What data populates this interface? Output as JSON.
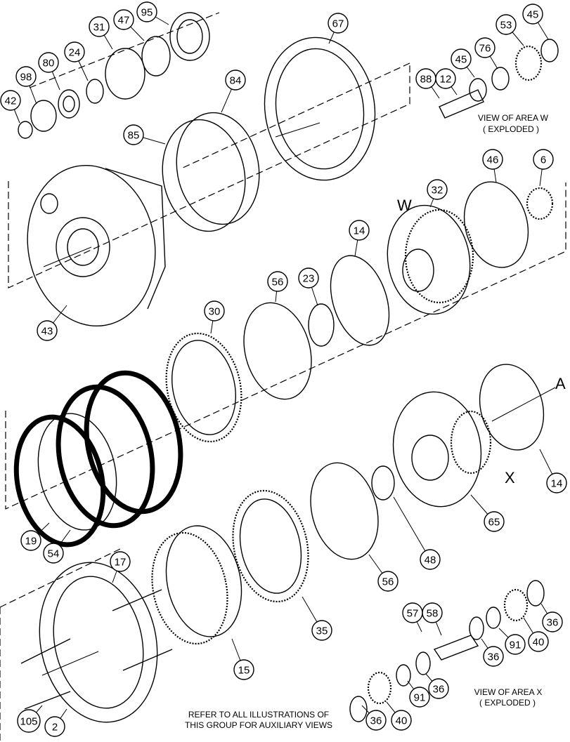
{
  "callouts": [
    {
      "id": "95",
      "label": "95"
    },
    {
      "id": "47",
      "label": "47"
    },
    {
      "id": "31",
      "label": "31"
    },
    {
      "id": "24",
      "label": "24"
    },
    {
      "id": "80",
      "label": "80"
    },
    {
      "id": "98",
      "label": "98"
    },
    {
      "id": "42",
      "label": "42"
    },
    {
      "id": "67",
      "label": "67"
    },
    {
      "id": "84",
      "label": "84"
    },
    {
      "id": "85",
      "label": "85"
    },
    {
      "id": "43",
      "label": "43"
    },
    {
      "id": "45a",
      "label": "45"
    },
    {
      "id": "53",
      "label": "53"
    },
    {
      "id": "76",
      "label": "76"
    },
    {
      "id": "45b",
      "label": "45"
    },
    {
      "id": "88",
      "label": "88"
    },
    {
      "id": "12",
      "label": "12"
    },
    {
      "id": "46",
      "label": "46"
    },
    {
      "id": "6",
      "label": "6"
    },
    {
      "id": "32",
      "label": "32"
    },
    {
      "id": "14a",
      "label": "14"
    },
    {
      "id": "56a",
      "label": "56"
    },
    {
      "id": "23",
      "label": "23"
    },
    {
      "id": "30",
      "label": "30"
    },
    {
      "id": "19",
      "label": "19"
    },
    {
      "id": "54",
      "label": "54"
    },
    {
      "id": "14b",
      "label": "14"
    },
    {
      "id": "65",
      "label": "65"
    },
    {
      "id": "48",
      "label": "48"
    },
    {
      "id": "56b",
      "label": "56"
    },
    {
      "id": "35",
      "label": "35"
    },
    {
      "id": "15",
      "label": "15"
    },
    {
      "id": "17",
      "label": "17"
    },
    {
      "id": "105",
      "label": "105"
    },
    {
      "id": "2",
      "label": "2"
    },
    {
      "id": "57",
      "label": "57"
    },
    {
      "id": "58",
      "label": "58"
    },
    {
      "id": "36a",
      "label": "36"
    },
    {
      "id": "36b",
      "label": "36"
    },
    {
      "id": "91a",
      "label": "91"
    },
    {
      "id": "40a",
      "label": "40"
    },
    {
      "id": "36c",
      "label": "36"
    },
    {
      "id": "91b",
      "label": "91"
    },
    {
      "id": "36d",
      "label": "36"
    },
    {
      "id": "40b",
      "label": "40"
    }
  ],
  "area_letters": {
    "w": "W",
    "x": "X",
    "a": "A"
  },
  "captions": {
    "view_w_line1": "VIEW OF AREA  W",
    "view_w_line2": "( EXPLODED )",
    "view_x_line1": "VIEW OF AREA  X",
    "view_x_line2": "( EXPLODED )",
    "refer_line1": "REFER TO ALL ILLUSTRATIONS OF",
    "refer_line2": "THIS GROUP FOR AUXILIARY VIEWS"
  }
}
